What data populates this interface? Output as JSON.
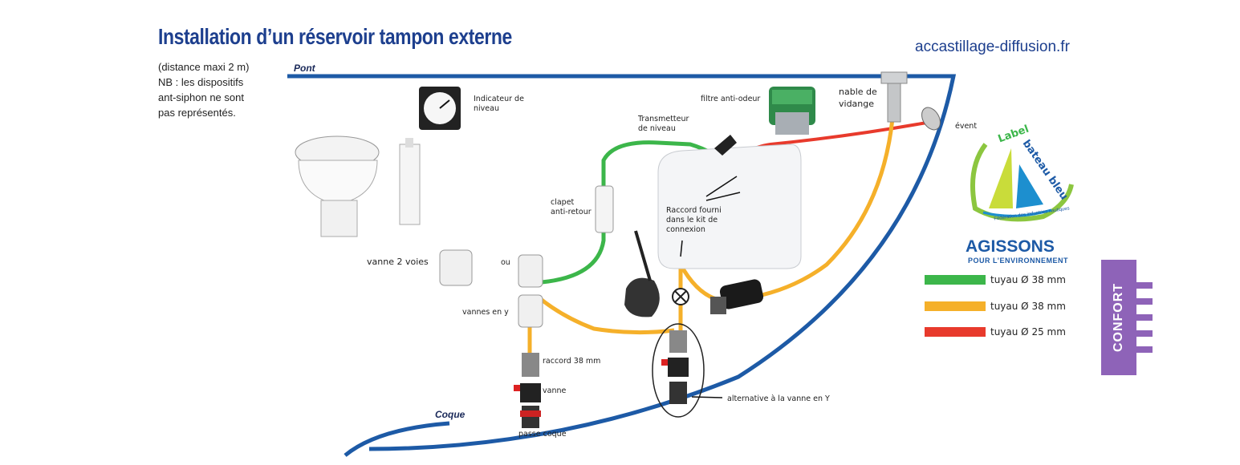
{
  "header": {
    "title": "Installation d’un réservoir tampon externe",
    "site": "accastillage-diffusion.fr"
  },
  "notes": [
    "(distance maxi 2 m)",
    "NB : les dispositifs",
    "ant-siphon ne sont",
    "pas représentés."
  ],
  "hull_labels": {
    "pont": "Pont",
    "coque": "Coque"
  },
  "components": {
    "indicateur": [
      "Indicateur de",
      "niveau"
    ],
    "filtre": "filtre anti-odeur",
    "nable": [
      "nable de",
      "vidange"
    ],
    "event": "évent",
    "transmetteur": [
      "Transmetteur",
      "de niveau"
    ],
    "clapet": [
      "clapet",
      "anti-retour"
    ],
    "raccord_fourni": [
      "Raccord fourni",
      "dans le kit de",
      "connexion"
    ],
    "vanne_2_voies": "vanne 2 voies",
    "ou": "ou",
    "vannes_en_y": "vannes en y",
    "raccord_38": "raccord 38 mm",
    "vanne": "vanne",
    "passe_coque": "passe coque",
    "alternative": "alternative à la vanne en Y"
  },
  "legend": [
    {
      "color": "#3cb64a",
      "label": "tuyau Ø 38 mm"
    },
    {
      "color": "#f5b02a",
      "label": "tuyau Ø 38 mm"
    },
    {
      "color": "#e83a2c",
      "label": "tuyau Ø 25 mm"
    }
  ],
  "badge": {
    "label_text": "Label",
    "bateau_bleu": "bateau bleu",
    "federation": "Fédération des industries nautiques",
    "agissons": "AGISSONS",
    "pour_env": "POUR L’ENVIRONNEMENT"
  },
  "side_tab": "CONFORT",
  "colors": {
    "hull": "#1d5aa6",
    "green_hose": "#3cb64a",
    "orange_hose": "#f5b02a",
    "red_hose": "#e83a2c",
    "side_tab": "#8e63b8",
    "title": "#1d3f8e"
  }
}
